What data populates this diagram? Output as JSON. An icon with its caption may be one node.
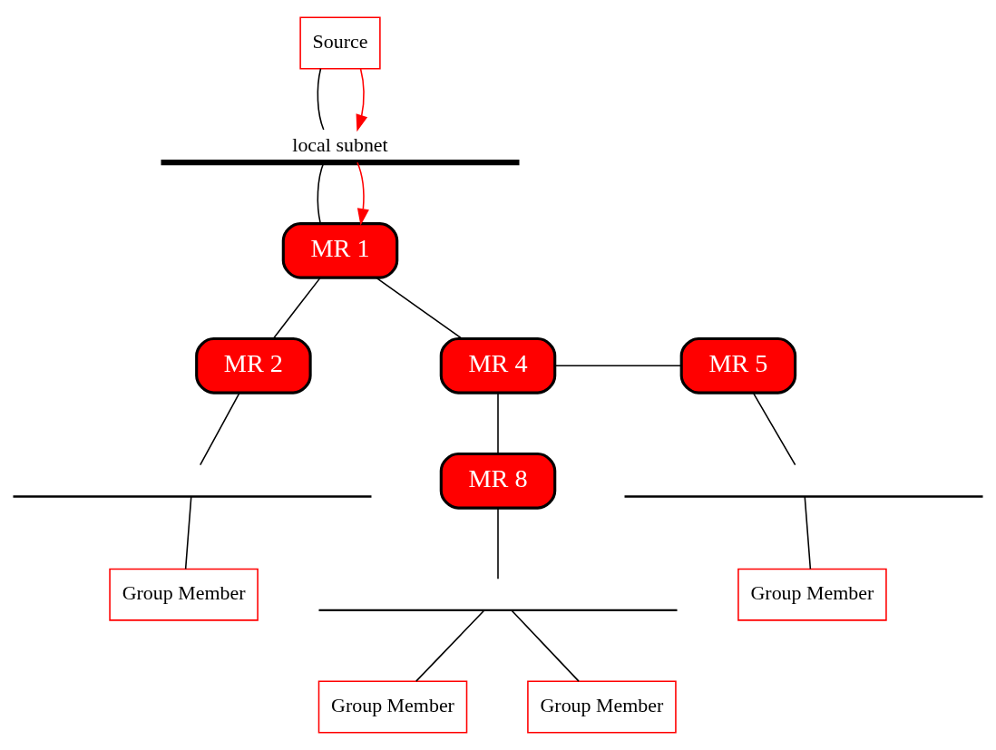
{
  "diagram": {
    "nodes": [
      {
        "text": [
          "Source"
        ]
      },
      {
        "text": [
          "local subnet"
        ]
      },
      {
        "text": [
          "MR 1"
        ]
      },
      {
        "text": [
          "MR 2"
        ]
      },
      {
        "text": [
          "MR 4"
        ]
      },
      {
        "text": [
          "MR 5"
        ]
      },
      {
        "text": [],
        "shape": "bar"
      },
      {
        "text": [
          "Group Member"
        ]
      },
      {
        "text": [],
        "shape": "bar"
      },
      {
        "text": [
          "Group Member"
        ]
      },
      {
        "text": [
          "MR 8"
        ]
      },
      {
        "text": [],
        "shape": "bar"
      },
      {
        "text": [
          "Group Member"
        ]
      },
      {
        "text": [
          "Group Member"
        ]
      }
    ],
    "edges": [
      {
        "from": 0,
        "to": 1,
        "arrow": "none"
      },
      {
        "from": 0,
        "to": 1,
        "arrow": "to",
        "color": "#ff0000"
      },
      {
        "from": 1,
        "to": 2,
        "arrow": "none"
      },
      {
        "from": 1,
        "to": 2,
        "arrow": "to",
        "color": "#ff0000"
      },
      {
        "from": 2,
        "to": 3,
        "arrow": "none"
      },
      {
        "from": 2,
        "to": 4,
        "arrow": "none"
      },
      {
        "from": 4,
        "to": 5,
        "arrow": "none"
      },
      {
        "from": 4,
        "to": 10,
        "arrow": "none"
      },
      {
        "from": 3,
        "to": 6,
        "arrow": "none"
      },
      {
        "from": 6,
        "to": 7,
        "arrow": "none"
      },
      {
        "from": 5,
        "to": 8,
        "arrow": "none"
      },
      {
        "from": 8,
        "to": 9,
        "arrow": "none"
      },
      {
        "from": 10,
        "to": 11,
        "arrow": "none"
      },
      {
        "from": 11,
        "to": 12,
        "arrow": "none"
      },
      {
        "from": 11,
        "to": 13,
        "arrow": "none"
      }
    ]
  }
}
